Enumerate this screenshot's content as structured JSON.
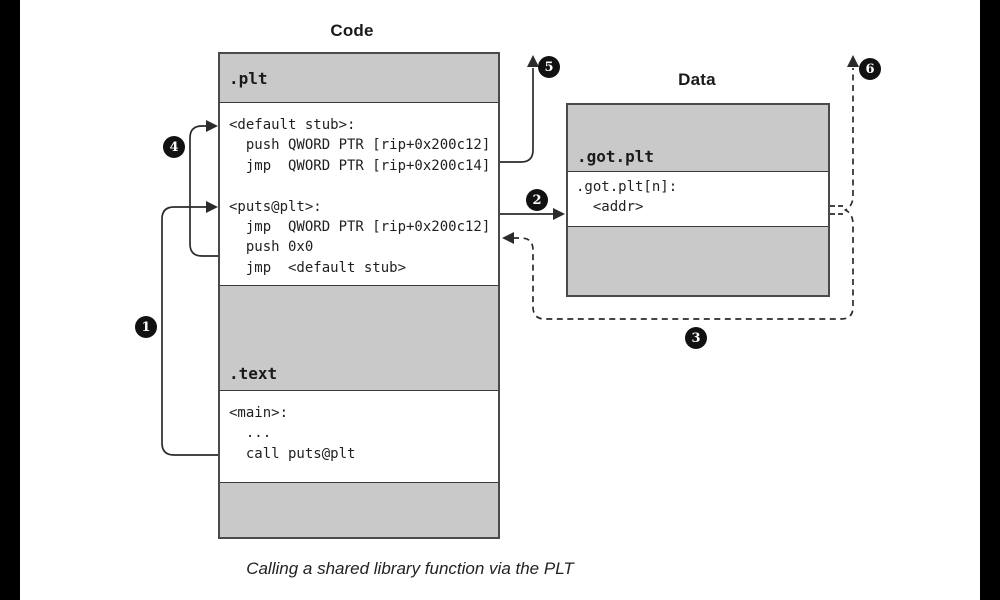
{
  "titles": {
    "code": "Code",
    "data": "Data"
  },
  "caption": "Calling a shared library function via the PLT",
  "code_box": {
    "plt_header": ".plt",
    "plt_code": [
      "<default stub>:",
      "  push QWORD PTR [rip+0x200c12]",
      "  jmp  QWORD PTR [rip+0x200c14]",
      "",
      "<puts@plt>:",
      "  jmp  QWORD PTR [rip+0x200c12]",
      "  push 0x0",
      "  jmp  <default stub>"
    ],
    "text_header": ".text",
    "main_code": [
      "<main>:",
      "  ...",
      "  call puts@plt"
    ]
  },
  "data_box": {
    "got_header": ".got.plt",
    "got_code": [
      ".got.plt[n]:",
      "  <addr>"
    ]
  },
  "markers": {
    "m1": "1",
    "m2": "2",
    "m3": "3",
    "m4": "4",
    "m5": "5",
    "m6": "6"
  },
  "colors": {
    "section_gray": "#c9c9c9",
    "box_border": "#4a4a4a",
    "arrow": "#2b2b2b",
    "letterbox": "#000000"
  }
}
